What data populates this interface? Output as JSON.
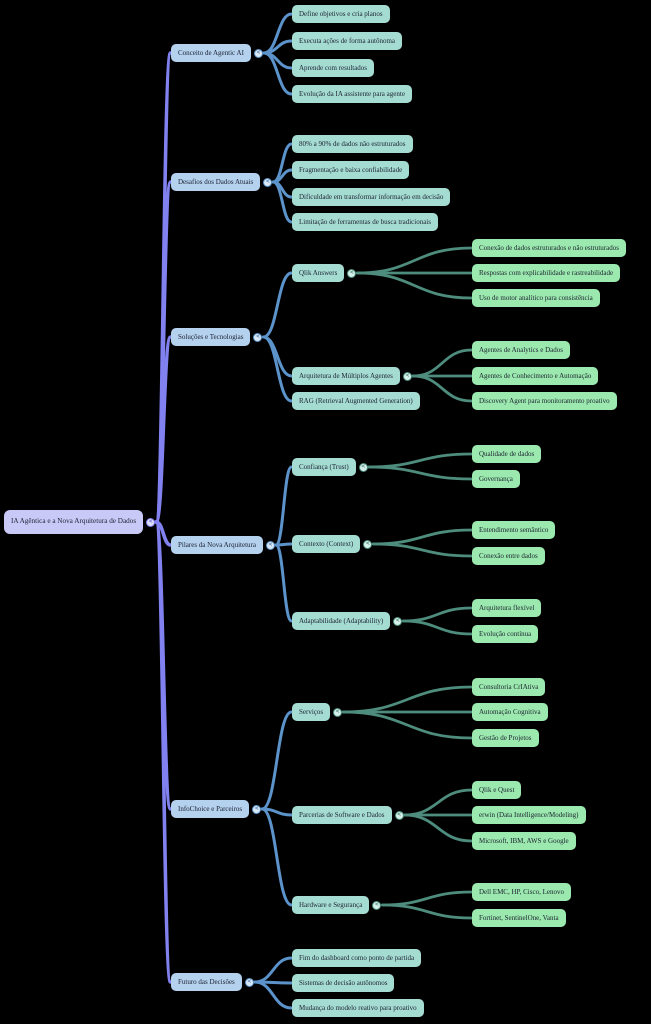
{
  "mindmap": {
    "toggle_glyph": "<",
    "palette": {
      "background": "#000000",
      "root_fill": "#c9c9f8",
      "level1_fill": "#b4d1ee",
      "level2_fill": "#a5dcd2",
      "level3_fill": "#9be9ae",
      "root_link": "#8181f0",
      "level1_link": "#5b93ca",
      "level2_link": "#4e8d7d",
      "text": "#1c2030"
    },
    "root": {
      "id": "root",
      "label": "IA Agêntica e a Nova Arquitetura de Dados",
      "children": [
        {
          "id": "conceito",
          "label": "Conceito de Agentic AI",
          "children": [
            {
              "id": "c1",
              "label": "Define objetivos e cria planos"
            },
            {
              "id": "c2",
              "label": "Executa ações de forma autônoma"
            },
            {
              "id": "c3",
              "label": "Aprende com resultados"
            },
            {
              "id": "c4",
              "label": "Evolução da IA assistente para agente"
            }
          ]
        },
        {
          "id": "desafios",
          "label": "Desafios dos Dados Atuais",
          "children": [
            {
              "id": "d1",
              "label": "80% a 90% de dados não estruturados"
            },
            {
              "id": "d2",
              "label": "Fragmentação e baixa confiabilidade"
            },
            {
              "id": "d3",
              "label": "Dificuldade em transformar informação em decisão"
            },
            {
              "id": "d4",
              "label": "Limitação de ferramentas de busca tradicionais"
            }
          ]
        },
        {
          "id": "solucoes",
          "label": "Soluções e Tecnologias",
          "children": [
            {
              "id": "qlik",
              "label": "Qlik Answers",
              "children": [
                {
                  "id": "q1",
                  "label": "Conexão de dados estruturados e não estruturados"
                },
                {
                  "id": "q2",
                  "label": "Respostas com explicabilidade e rastreabilidade"
                },
                {
                  "id": "q3",
                  "label": "Uso de motor analítico para consistência"
                }
              ]
            },
            {
              "id": "arq",
              "label": "Arquitetura de Múltiplos Agentes",
              "children": [
                {
                  "id": "a1",
                  "label": "Agentes de Analytics e Dados"
                },
                {
                  "id": "a2",
                  "label": "Agentes de Conhecimento e Automação"
                },
                {
                  "id": "a3",
                  "label": "Discovery Agent para monitoramento proativo"
                }
              ]
            },
            {
              "id": "rag",
              "label": "RAG (Retrieval Augmented Generation)"
            }
          ]
        },
        {
          "id": "pilares",
          "label": "Pilares da Nova Arquitetura",
          "children": [
            {
              "id": "conf",
              "label": "Confiança (Trust)",
              "children": [
                {
                  "id": "p1",
                  "label": "Qualidade de dados"
                },
                {
                  "id": "p2",
                  "label": "Governança"
                }
              ]
            },
            {
              "id": "ctx",
              "label": "Contexto (Context)",
              "children": [
                {
                  "id": "p3",
                  "label": "Entendimento semântico"
                },
                {
                  "id": "p4",
                  "label": "Conexão entre dados"
                }
              ]
            },
            {
              "id": "adapt",
              "label": "Adaptabilidade (Adaptability)",
              "children": [
                {
                  "id": "p5",
                  "label": "Arquitetura flexível"
                },
                {
                  "id": "p6",
                  "label": "Evolução contínua"
                }
              ]
            }
          ]
        },
        {
          "id": "infochoice",
          "label": "InfoChoice e Parceiros",
          "children": [
            {
              "id": "serv",
              "label": "Serviços",
              "children": [
                {
                  "id": "s1",
                  "label": "Consultoria CrIAtiva"
                },
                {
                  "id": "s2",
                  "label": "Automação Cognitiva"
                },
                {
                  "id": "s3",
                  "label": "Gestão de Projetos"
                }
              ]
            },
            {
              "id": "parc",
              "label": "Parcerias de Software e Dados",
              "children": [
                {
                  "id": "pa1",
                  "label": "Qlik e Quest"
                },
                {
                  "id": "pa2",
                  "label": "erwin (Data Intelligence/Modeling)"
                },
                {
                  "id": "pa3",
                  "label": "Microsoft, IBM, AWS e Google"
                }
              ]
            },
            {
              "id": "hw",
              "label": "Hardware e Segurança",
              "children": [
                {
                  "id": "h1",
                  "label": "Dell EMC, HP, Cisco, Lenovo"
                },
                {
                  "id": "h2",
                  "label": "Fortinet, SentinelOne, Vanta"
                }
              ]
            }
          ]
        },
        {
          "id": "futuro",
          "label": "Futuro das Decisões",
          "children": [
            {
              "id": "f1",
              "label": "Fim do dashboard como ponto de partida"
            },
            {
              "id": "f2",
              "label": "Sistemas de decisão autônomos"
            },
            {
              "id": "f3",
              "label": "Mudança do modelo reativo para proativo"
            }
          ]
        }
      ]
    }
  }
}
